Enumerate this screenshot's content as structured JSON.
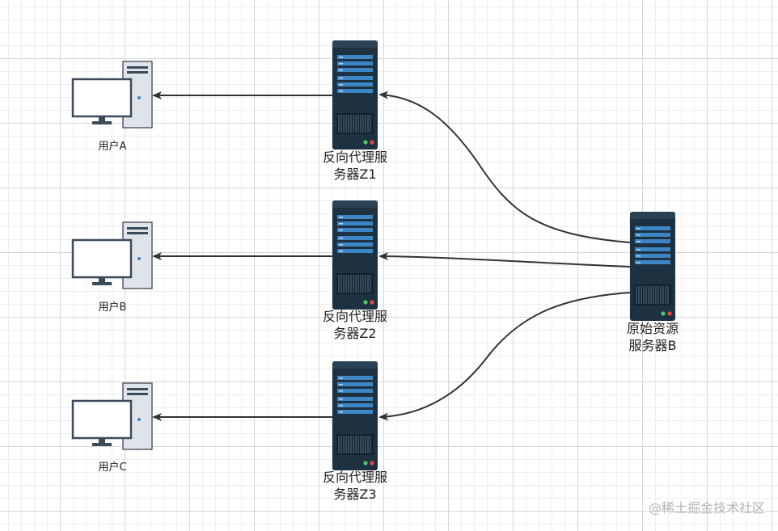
{
  "colors": {
    "server_body": "#1e3141",
    "server_bar": "#3d86c6",
    "edge": "#333333",
    "monitor_frame": "#3b4b5c",
    "tower": "#dfe4ea"
  },
  "nodes": {
    "users": [
      {
        "id": "user-a",
        "label": "用户A",
        "icon": "desktop-computer-icon"
      },
      {
        "id": "user-b",
        "label": "用户B",
        "icon": "desktop-computer-icon"
      },
      {
        "id": "user-c",
        "label": "用户C",
        "icon": "desktop-computer-icon"
      }
    ],
    "proxies": [
      {
        "id": "proxy-z1",
        "line1": "反向代理服",
        "line2": "务器Z1",
        "icon": "server-rack-icon"
      },
      {
        "id": "proxy-z2",
        "line1": "反向代理服",
        "line2": "务器Z2",
        "icon": "server-rack-icon"
      },
      {
        "id": "proxy-z3",
        "line1": "反向代理服",
        "line2": "务器Z3",
        "icon": "server-rack-icon"
      }
    ],
    "origin": {
      "id": "origin-b",
      "line1": "原始资源",
      "line2": "服务器B",
      "icon": "server-rack-icon"
    }
  },
  "edges": [
    {
      "from": "proxy-z1",
      "to": "user-a"
    },
    {
      "from": "proxy-z2",
      "to": "user-b"
    },
    {
      "from": "proxy-z3",
      "to": "user-c"
    },
    {
      "from": "origin-b",
      "to": "proxy-z1"
    },
    {
      "from": "origin-b",
      "to": "proxy-z2"
    },
    {
      "from": "origin-b",
      "to": "proxy-z3"
    }
  ],
  "watermark": "@稀土掘金技术社区"
}
